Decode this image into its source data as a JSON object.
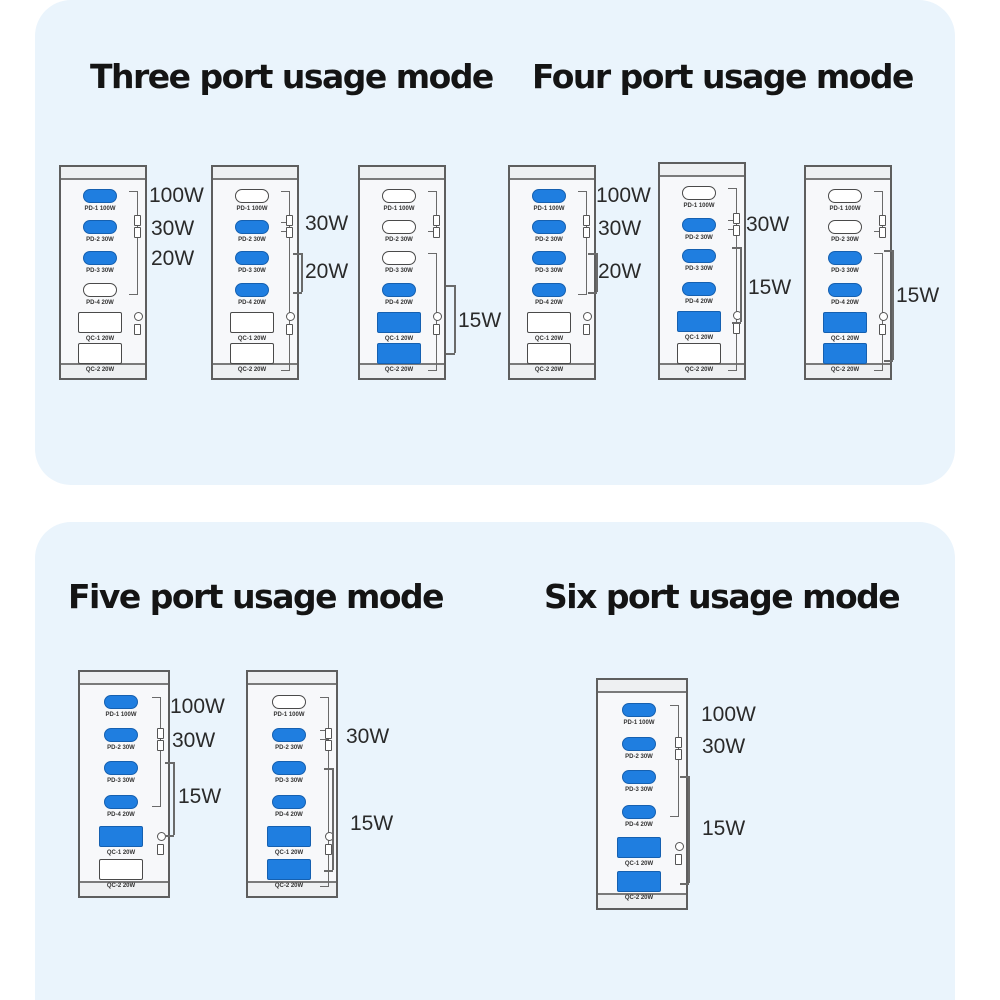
{
  "headings": {
    "three": "Three port usage mode",
    "four": "Four port usage mode",
    "five": "Five port usage mode",
    "six": "Six port usage mode"
  },
  "port_labels": {
    "pd1": "PD-1 100W",
    "pd2": "PD-2 30W",
    "pd3": "PD-3 30W",
    "pd4": "PD-4 20W",
    "qc1": "QC-1 20W",
    "qc2": "QC-2 20W"
  },
  "power": {
    "w100": "100W",
    "w30": "30W",
    "w20": "20W",
    "w15": "15W"
  },
  "colors": {
    "panel_background": "#eaf4fc",
    "port_active": "#1f7ee0",
    "port_inactive": "#ffffff",
    "outline": "#5e5e5e"
  },
  "diagrams": [
    {
      "mode": "three",
      "active_ports": [
        "PD-1",
        "PD-2",
        "PD-3"
      ],
      "outputs": [
        "100W",
        "30W",
        "20W"
      ]
    },
    {
      "mode": "three",
      "active_ports": [
        "PD-2",
        "PD-3",
        "PD-4"
      ],
      "outputs": [
        "30W",
        "20W"
      ]
    },
    {
      "mode": "three",
      "active_ports": [
        "PD-4",
        "QC-1",
        "QC-2"
      ],
      "outputs": [
        "15W"
      ]
    },
    {
      "mode": "four",
      "active_ports": [
        "PD-1",
        "PD-2",
        "PD-3",
        "PD-4"
      ],
      "outputs": [
        "100W",
        "30W",
        "20W"
      ]
    },
    {
      "mode": "four",
      "active_ports": [
        "PD-2",
        "PD-3",
        "PD-4",
        "QC-1"
      ],
      "outputs": [
        "30W",
        "15W"
      ]
    },
    {
      "mode": "four",
      "active_ports": [
        "PD-3",
        "PD-4",
        "QC-1",
        "QC-2"
      ],
      "outputs": [
        "15W"
      ]
    },
    {
      "mode": "five",
      "active_ports": [
        "PD-1",
        "PD-2",
        "PD-3",
        "PD-4",
        "QC-1"
      ],
      "outputs": [
        "100W",
        "30W",
        "15W"
      ]
    },
    {
      "mode": "five",
      "active_ports": [
        "PD-2",
        "PD-3",
        "PD-4",
        "QC-1",
        "QC-2"
      ],
      "outputs": [
        "30W",
        "15W"
      ]
    },
    {
      "mode": "six",
      "active_ports": [
        "PD-1",
        "PD-2",
        "PD-3",
        "PD-4",
        "QC-1",
        "QC-2"
      ],
      "outputs": [
        "100W",
        "30W",
        "15W"
      ]
    }
  ]
}
